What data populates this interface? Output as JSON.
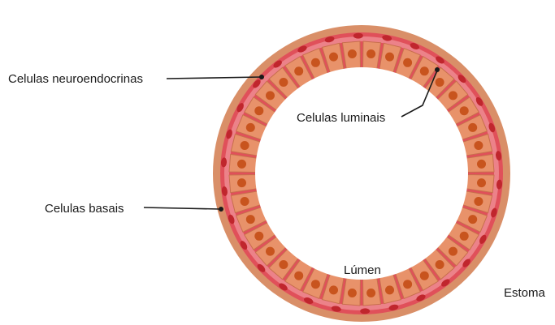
{
  "labels": {
    "neuroendocrine": "Celulas neuroendocrinas",
    "luminal": "Celulas luminais",
    "basal": "Celulas basais",
    "lumen": "Lúmen",
    "stroma": "Estoma"
  },
  "colors": {
    "outer_wall": "#d98f68",
    "basal_layer": "#e0505a",
    "basal_highlight": "#f4a3a8",
    "basal_nucleus": "#c0262d",
    "luminal_cell": "#e8926a",
    "luminal_cell_stroke": "#c86f4d",
    "luminal_nucleus": "#c8541e",
    "lumen": "#ffffff"
  },
  "structure": {
    "luminal_cell_count": 40,
    "basal_cell_count": 30
  }
}
